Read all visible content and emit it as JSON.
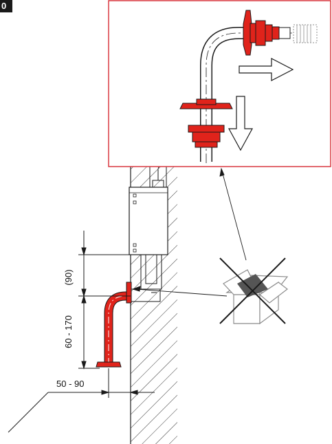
{
  "figure_number": "0",
  "dimensions": {
    "horizontal_range": "50 - 90",
    "vertical_range": "60 - 170",
    "offset": "(90)"
  },
  "colors": {
    "part_red": "#e0231b",
    "frame_red": "#d9363e",
    "line": "#1a1a1a",
    "box_gray": "#8c8c8c",
    "box_dark": "#555555"
  },
  "icons": [
    "package-crossed-out-icon",
    "arrow-right-icon",
    "arrow-down-icon"
  ]
}
